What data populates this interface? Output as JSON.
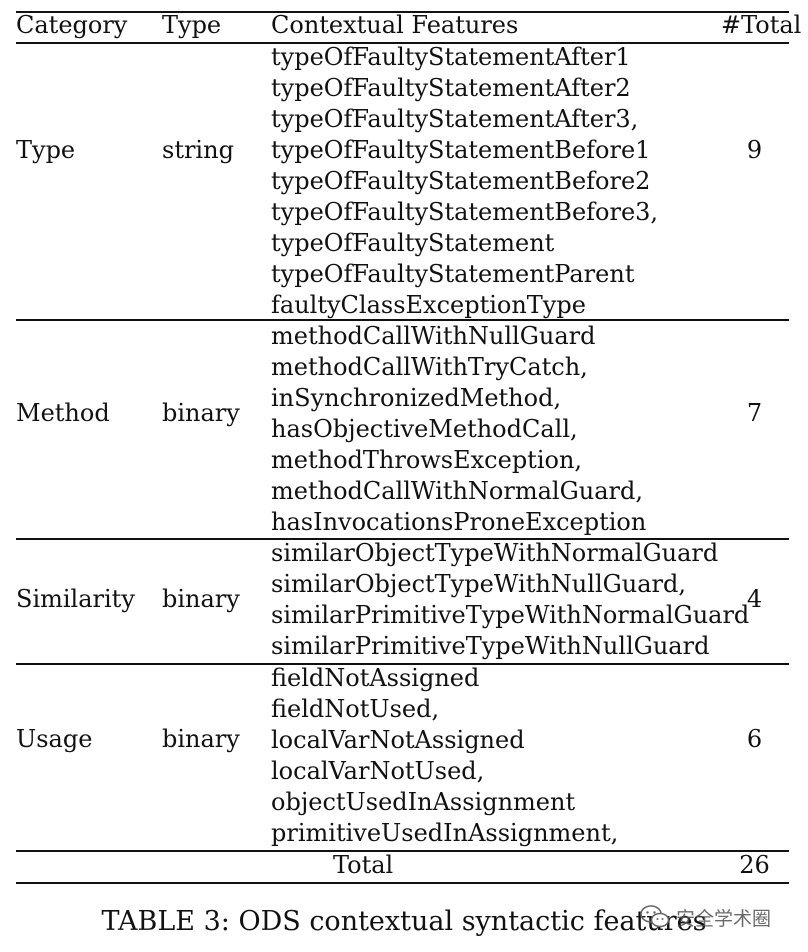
{
  "table": {
    "headers": {
      "category": "Category",
      "type": "Type",
      "features": "Contextual Features",
      "total": "#Total"
    },
    "rows": [
      {
        "category": "Type",
        "type": "string",
        "features": [
          "typeOfFaultyStatementAfter1",
          "typeOfFaultyStatementAfter2",
          "typeOfFaultyStatementAfter3,",
          "typeOfFaultyStatementBefore1",
          "typeOfFaultyStatementBefore2",
          "typeOfFaultyStatementBefore3,",
          "typeOfFaultyStatement",
          "typeOfFaultyStatementParent",
          "faultyClassExceptionType"
        ],
        "total": "9"
      },
      {
        "category": "Method",
        "type": "binary",
        "features": [
          "methodCallWithNullGuard",
          "methodCallWithTryCatch,",
          "inSynchronizedMethod,",
          "hasObjectiveMethodCall,",
          "methodThrowsException,",
          "methodCallWithNormalGuard,",
          "hasInvocationsProneException"
        ],
        "total": "7"
      },
      {
        "category": "Similarity",
        "type": "binary",
        "features": [
          "similarObjectTypeWithNormalGuard",
          "similarObjectTypeWithNullGuard,",
          "similarPrimitiveTypeWithNormalGuard",
          "similarPrimitiveTypeWithNullGuard"
        ],
        "total": "4"
      },
      {
        "category": "Usage",
        "type": "binary",
        "features": [
          "fieldNotAssigned",
          "fieldNotUsed,",
          "localVarNotAssigned",
          "localVarNotUsed,",
          "objectUsedInAssignment",
          "primitiveUsedInAssignment,"
        ],
        "total": "6"
      }
    ],
    "footer": {
      "label": "Total",
      "value": "26"
    }
  },
  "caption": "TABLE 3: ODS contextual syntactic features",
  "watermark": {
    "text": "安全学术圈",
    "icon": "wechat-icon"
  }
}
